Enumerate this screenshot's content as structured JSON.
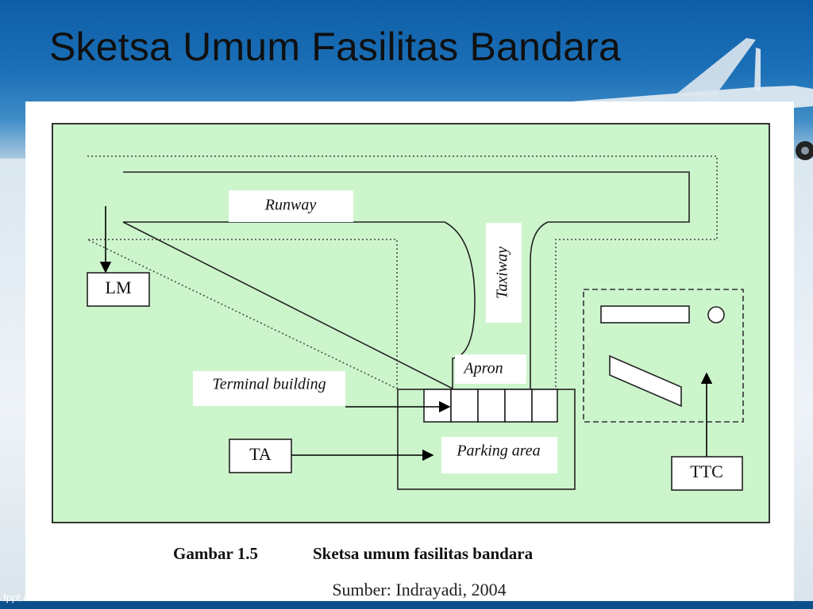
{
  "slide": {
    "title": "Sketsa Umum Fasilitas Bandara",
    "footer": "fppt.com"
  },
  "diagram": {
    "labels": {
      "runway": "Runway",
      "taxiway": "Taxiway",
      "apron": "Apron",
      "terminal_building": "Terminal building",
      "parking_area": "Parking area",
      "lm": "LM",
      "ta": "TA",
      "ttc": "TTC"
    }
  },
  "caption": {
    "figure_number": "Gambar 1.5",
    "text": "Sketsa umum fasilitas bandara",
    "source": "Sumber: Indrayadi, 2004"
  },
  "colors": {
    "site_fill": "#ccf5cc",
    "header_blue": "#1a6db5"
  }
}
